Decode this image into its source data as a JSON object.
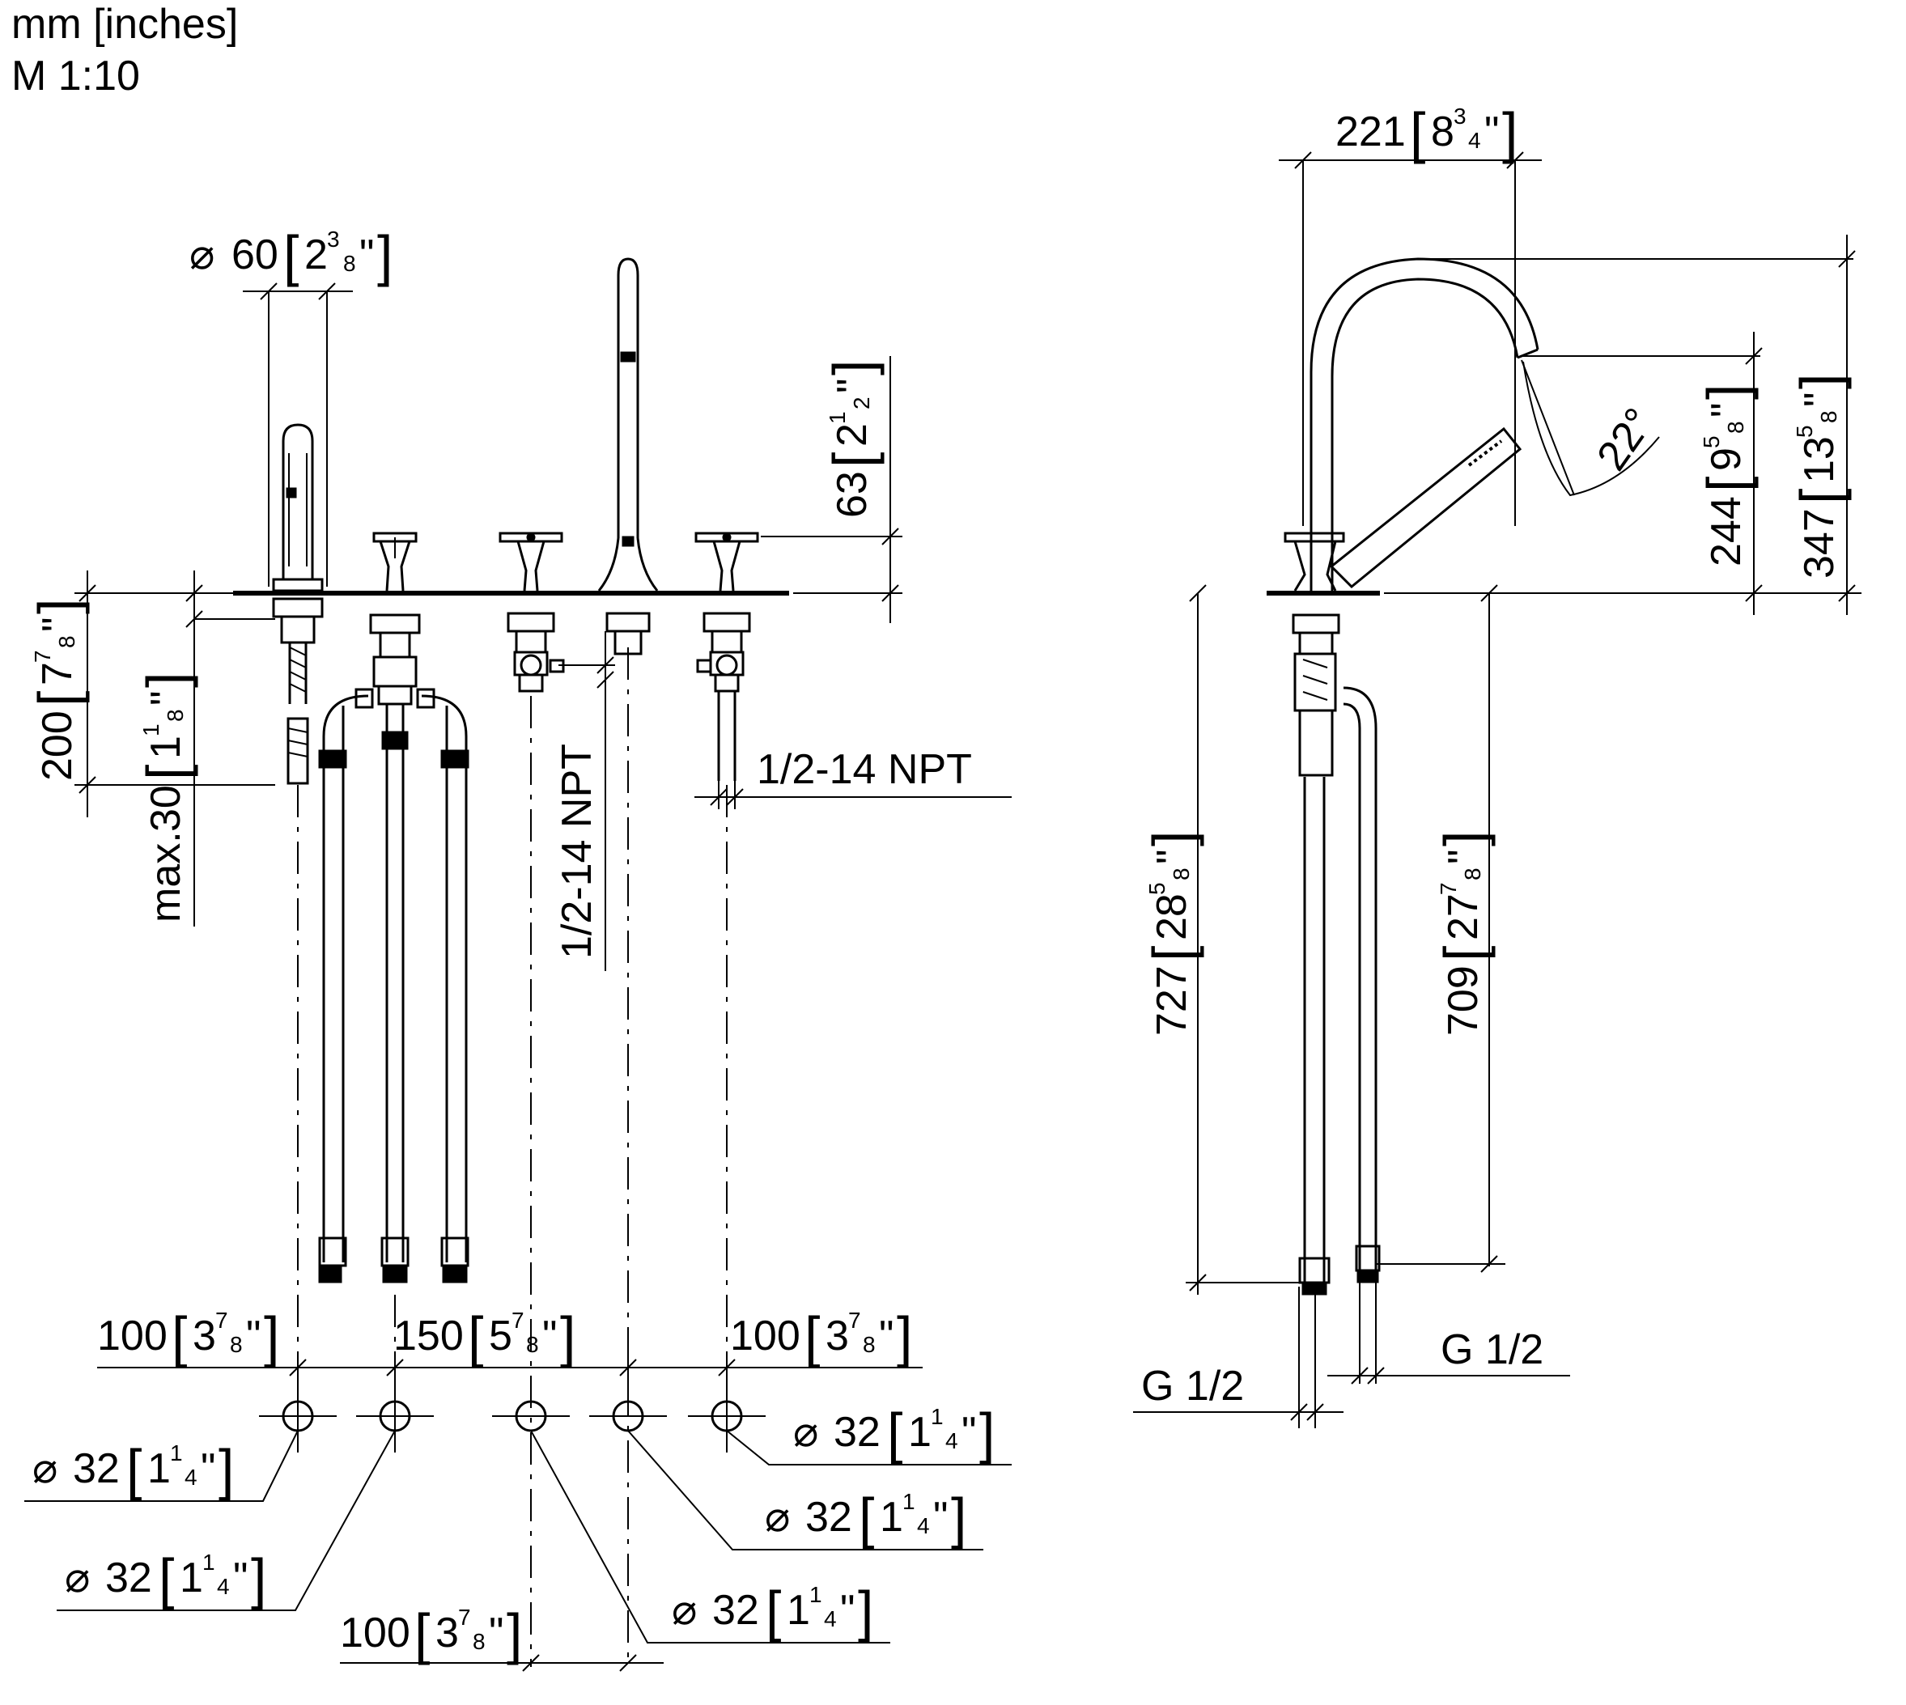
{
  "header": {
    "units": "mm [inches]",
    "scale": "M 1:10"
  },
  "diameter_symbol": "⌀",
  "brackets": {
    "open": "[",
    "close": "]"
  },
  "front_view": {
    "dia_top": {
      "mm": "60",
      "inch_whole": "2",
      "inch_num": "3",
      "inch_den": "8",
      "inch_mark": "\""
    },
    "height_63": {
      "mm": "63",
      "inch_whole": "2",
      "inch_num": "1",
      "inch_den": "2",
      "inch_mark": "\""
    },
    "depth_200": {
      "mm": "200",
      "inch_whole": "7",
      "inch_num": "7",
      "inch_den": "8",
      "inch_mark": "\""
    },
    "max_30": {
      "prefix": "max.",
      "mm": "30",
      "inch_whole": "1",
      "inch_num": "1",
      "inch_den": "8",
      "inch_mark": "\""
    },
    "npt_vertical": "1/2-14 NPT",
    "npt_horizontal": "1/2-14 NPT",
    "spacing_left": {
      "mm": "100",
      "inch_whole": "3",
      "inch_num": "7",
      "inch_den": "8",
      "inch_mark": "\""
    },
    "spacing_middle": {
      "mm": "150",
      "inch_whole": "5",
      "inch_num": "7",
      "inch_den": "8",
      "inch_mark": "\""
    },
    "spacing_right": {
      "mm": "100",
      "inch_whole": "3",
      "inch_num": "7",
      "inch_den": "8",
      "inch_mark": "\""
    },
    "spacing_bottom": {
      "mm": "100",
      "inch_whole": "3",
      "inch_num": "7",
      "inch_den": "8",
      "inch_mark": "\""
    },
    "holes": [
      {
        "mm": "32",
        "inch_whole": "1",
        "inch_num": "1",
        "inch_den": "4",
        "inch_mark": "\""
      },
      {
        "mm": "32",
        "inch_whole": "1",
        "inch_num": "1",
        "inch_den": "4",
        "inch_mark": "\""
      },
      {
        "mm": "32",
        "inch_whole": "1",
        "inch_num": "1",
        "inch_den": "4",
        "inch_mark": "\""
      },
      {
        "mm": "32",
        "inch_whole": "1",
        "inch_num": "1",
        "inch_den": "4",
        "inch_mark": "\""
      },
      {
        "mm": "32",
        "inch_whole": "1",
        "inch_num": "1",
        "inch_den": "4",
        "inch_mark": "\""
      }
    ]
  },
  "side_view": {
    "width_221": {
      "mm": "221",
      "inch_whole": "8",
      "inch_num": "3",
      "inch_den": "4",
      "inch_mark": "\""
    },
    "height_244": {
      "mm": "244",
      "inch_whole": "9",
      "inch_num": "5",
      "inch_den": "8",
      "inch_mark": "\""
    },
    "height_347": {
      "mm": "347",
      "inch_whole": "13",
      "inch_num": "5",
      "inch_den": "8",
      "inch_mark": "\""
    },
    "angle": "22°",
    "depth_727": {
      "mm": "727",
      "inch_whole": "28",
      "inch_num": "5",
      "inch_den": "8",
      "inch_mark": "\""
    },
    "depth_709": {
      "mm": "709",
      "inch_whole": "27",
      "inch_num": "7",
      "inch_den": "8",
      "inch_mark": "\""
    },
    "thread_left": "G 1/2",
    "thread_right": "G 1/2"
  }
}
